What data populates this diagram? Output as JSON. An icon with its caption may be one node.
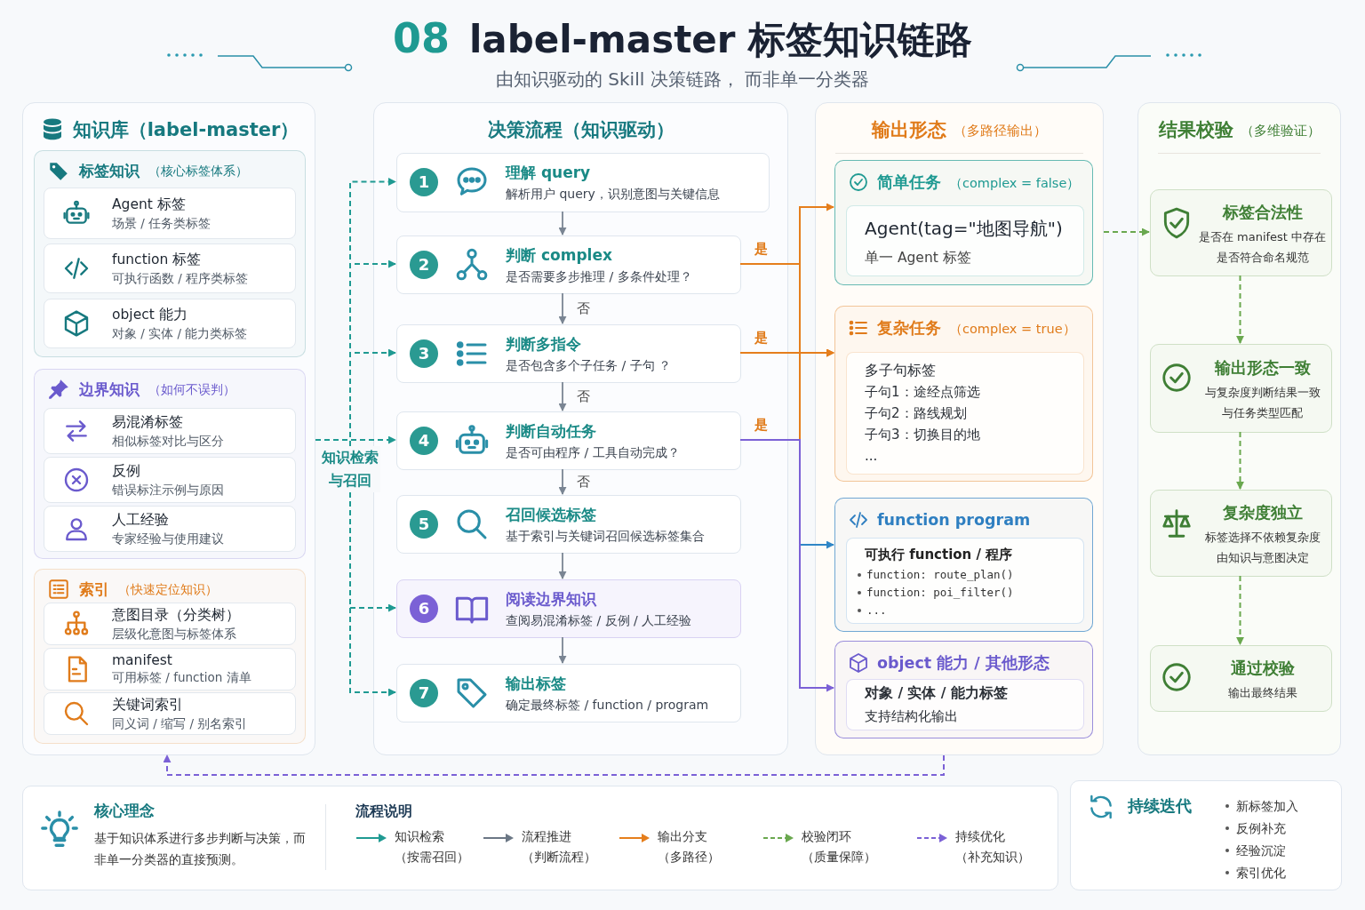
{
  "diagram": {
    "title": "label-master 标签知识链路",
    "nodes": [
      {
        "text": [
          "知识库（label-master）"
        ]
      },
      {
        "text": [
          "标签知识",
          "（核心标签体系）"
        ],
        "in": 0
      },
      {
        "text": [
          "Agent 标签",
          "场景 / 任务类标签"
        ],
        "in": 1
      },
      {
        "text": [
          "function 标签",
          "可执行函数 / 程序类标签"
        ],
        "in": 1
      },
      {
        "text": [
          "object 能力",
          "对象 / 实体 / 能力类标签"
        ],
        "in": 1
      },
      {
        "text": [
          "边界知识",
          "（如何不误判）"
        ],
        "in": 0
      },
      {
        "text": [
          "易混淆标签",
          "相似标签对比与区分"
        ],
        "in": 5
      },
      {
        "text": [
          "反例",
          "错误标注示例与原因"
        ],
        "in": 5
      },
      {
        "text": [
          "人工经验",
          "专家经验与使用建议"
        ],
        "in": 5
      },
      {
        "text": [
          "索引",
          "（快速定位知识）"
        ],
        "in": 0
      },
      {
        "text": [
          "意图目录（分类树）",
          "层级化意图与标签体系"
        ],
        "in": 9
      },
      {
        "text": [
          "manifest",
          "可用标签 / function 清单"
        ],
        "in": 9
      },
      {
        "text": [
          "关键词索引",
          "同义词 / 缩写 / 别名索引"
        ],
        "in": 9
      },
      {
        "text": [
          "决策流程（知识驱动）"
        ]
      },
      {
        "text": [
          "1",
          "理解 query",
          "解析用户 query，识别意图与关键信息"
        ],
        "in": 13
      },
      {
        "text": [
          "2",
          "判断 complex",
          "是否需要多步推理 / 多条件处理？"
        ],
        "in": 13
      },
      {
        "text": [
          "3",
          "判断多指令",
          "是否包含多个子任务 / 子句 ？"
        ],
        "in": 13
      },
      {
        "text": [
          "4",
          "判断自动任务",
          "是否可由程序 / 工具自动完成？"
        ],
        "in": 13
      },
      {
        "text": [
          "5",
          "召回候选标签",
          "基于索引与关键词召回候选标签集合"
        ],
        "in": 13
      },
      {
        "text": [
          "6",
          "阅读边界知识",
          "查阅易混淆标签 / 反例 / 人工经验"
        ],
        "in": 13
      },
      {
        "text": [
          "7",
          "输出标签",
          "确定最终标签 / function / program"
        ],
        "in": 13
      },
      {
        "text": [
          "知识检索与召回"
        ]
      },
      {
        "text": [
          "输出形态",
          "（多路径输出）"
        ]
      },
      {
        "text": [
          "简单任务",
          "（complex = false）"
        ],
        "in": 22
      },
      {
        "text": [
          "Agent(tag=\"地图导航\")",
          "单一 Agent 标签"
        ],
        "in": 23
      },
      {
        "text": [
          "复杂任务",
          "（complex = true）"
        ],
        "in": 22
      },
      {
        "text": [
          "多子句标签",
          "子句1：途经点筛选",
          "子句2：路线规划",
          "子句3：切换目的地",
          "..."
        ],
        "in": 25
      },
      {
        "text": [
          "function program"
        ],
        "in": 22
      },
      {
        "text": [
          "可执行 function / 程序",
          "function: route_plan()",
          "function: poi_filter()",
          "..."
        ],
        "in": 27
      },
      {
        "text": [
          "object 能力 / 其他形态"
        ],
        "in": 22
      },
      {
        "text": [
          "对象 / 实体 / 能力标签",
          "支持结构化输出"
        ],
        "in": 29
      },
      {
        "text": [
          "结果校验",
          "（多维验证）"
        ]
      },
      {
        "text": [
          "标签合法性",
          "是否在 manifest 中存在",
          "是否符合命名规范"
        ],
        "in": 31
      },
      {
        "text": [
          "输出形态一致",
          "与复杂度判断结果一致",
          "与任务类型匹配"
        ],
        "in": 31
      },
      {
        "text": [
          "复杂度独立",
          "标签选择不依赖复杂度",
          "由知识与意图决定"
        ],
        "in": 31
      },
      {
        "text": [
          "通过校验",
          "输出最终结果"
        ],
        "in": 31
      },
      {
        "text": [
          "核心理念",
          "基于知识体系进行多步判断与决策，而非单一分类器的直接预测。"
        ]
      },
      {
        "text": [
          "持续迭代",
          "新标签加入",
          "反例补充",
          "经验沉淀",
          "索引优化"
        ]
      }
    ],
    "edges": [
      {
        "from": 14,
        "to": 15,
        "arrow": "to"
      },
      {
        "from": 15,
        "to": 16,
        "arrow": "to",
        "label": "否"
      },
      {
        "from": 16,
        "to": 17,
        "arrow": "to",
        "label": "否"
      },
      {
        "from": 17,
        "to": 18,
        "arrow": "to",
        "label": "否"
      },
      {
        "from": 18,
        "to": 19,
        "arrow": "to"
      },
      {
        "from": 19,
        "to": 20,
        "arrow": "to"
      },
      {
        "from": 21,
        "to": 14,
        "arrow": "to",
        "style": "dashed",
        "color": "#1f9a92"
      },
      {
        "from": 21,
        "to": 15,
        "arrow": "to",
        "style": "dashed",
        "color": "#1f9a92"
      },
      {
        "from": 21,
        "to": 16,
        "arrow": "to",
        "style": "dashed",
        "color": "#1f9a92"
      },
      {
        "from": 0,
        "to": 17,
        "arrow": "to",
        "style": "dashed",
        "color": "#1f9a92"
      },
      {
        "from": 21,
        "to": 19,
        "arrow": "to",
        "style": "dashed",
        "color": "#1f9a92"
      },
      {
        "from": 21,
        "to": 20,
        "arrow": "to",
        "style": "dashed",
        "color": "#1f9a92"
      },
      {
        "from": 15,
        "to": 23,
        "arrow": "to",
        "label": "是",
        "color": "#e57e1c"
      },
      {
        "from": 15,
        "to": 25,
        "arrow": "to",
        "color": "#e57e1c"
      },
      {
        "from": 16,
        "to": 25,
        "arrow": "to",
        "label": "是",
        "color": "#e57e1c"
      },
      {
        "from": 17,
        "to": 25,
        "arrow": "to",
        "label": "是",
        "color": "#e57e1c"
      },
      {
        "from": 17,
        "to": 27,
        "arrow": "to",
        "color": "#2f86c6"
      },
      {
        "from": 17,
        "to": 29,
        "arrow": "to",
        "color": "#7b61d6"
      },
      {
        "from": 22,
        "to": 32,
        "arrow": "to",
        "style": "dashed",
        "color": "#6aa84f"
      },
      {
        "from": 32,
        "to": 33,
        "arrow": "to",
        "style": "dashed",
        "color": "#6aa84f"
      },
      {
        "from": 33,
        "to": 34,
        "arrow": "to",
        "style": "dashed",
        "color": "#6aa84f"
      },
      {
        "from": 34,
        "to": 35,
        "arrow": "to",
        "style": "dashed",
        "color": "#6aa84f"
      },
      {
        "from": 22,
        "to": 0,
        "arrow": "to",
        "style": "dashed",
        "color": "#7b61d6"
      }
    ],
    "labels": [
      "08",
      "由知识驱动的 Skill 决策链路， 而非单一分类器",
      "流程说明"
    ],
    "legend": [
      {
        "text": "知识检索（按需召回）"
      },
      {
        "text": "流程推进（判断流程）"
      },
      {
        "text": "输出分支（多路径）"
      },
      {
        "text": "校验闭环（质量保障）"
      },
      {
        "text": "持续优化（补充知识）"
      }
    ]
  }
}
